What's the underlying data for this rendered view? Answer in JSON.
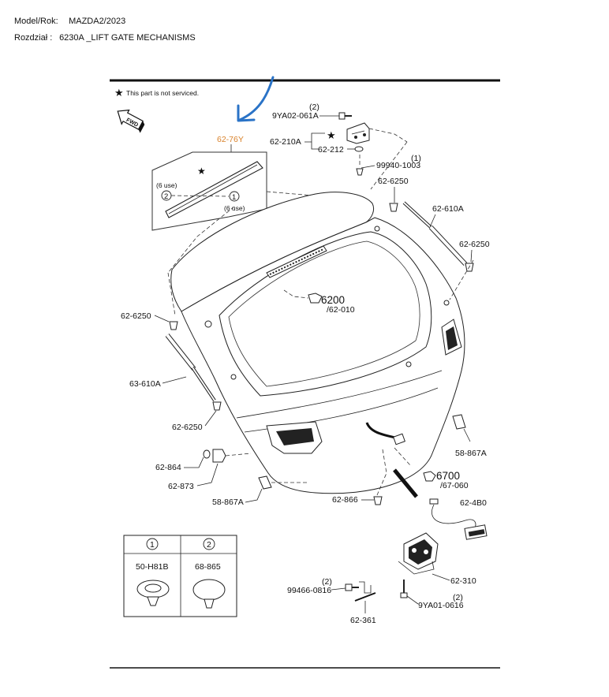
{
  "header": {
    "model_label": "Model/Rok:",
    "model_value": "MAZDA2/2023",
    "section_label": "Rozdział :",
    "section_value": "6230A  _LIFT GATE MECHANISMS"
  },
  "legend": {
    "star_note": "This part is not serviced.",
    "fwd": "FWD"
  },
  "callouts": {
    "highlight": "62-76Y",
    "c_9ya02_qty": "(2)",
    "c_9ya02": "9YA02-061A",
    "c_62_210a": "62-210A",
    "c_62_212": "62-212",
    "c_99940_qty": "(1)",
    "c_99940": "99940-1003",
    "c_62_6250_tr": "62-6250",
    "c_62_610a": "62-610A",
    "c_62_6250_r": "62-6250",
    "inset_6use_l": "(6 use)",
    "inset_6use_r": "(6 use)",
    "inset_n1": "1",
    "inset_n2": "2",
    "c_6200": "6200",
    "c_62_010": "/62-010",
    "c_62_6250_l": "62-6250",
    "c_63_610a": "63-610A",
    "c_62_6250_bl": "62-6250",
    "c_62_864": "62-864",
    "c_62_873": "62-873",
    "c_58_867a_l": "58-867A",
    "c_58_867a_r": "58-867A",
    "c_62_866": "62-866",
    "c_6700": "6700",
    "c_67_060": "/67-060",
    "c_62_4b0": "62-4B0",
    "c_62_310": "62-310",
    "c_99466_qty": "(2)",
    "c_99466": "99466-0816",
    "c_9ya01_qty": "(2)",
    "c_9ya01": "9YA01-0616",
    "c_62_361": "62-361"
  },
  "parts_table": {
    "col1_num": "1",
    "col2_num": "2",
    "col1_code": "50-H81B",
    "col2_code": "68-865"
  },
  "colors": {
    "arrow": "#2a73c7",
    "highlight": "#d9822b",
    "line": "#222222"
  }
}
